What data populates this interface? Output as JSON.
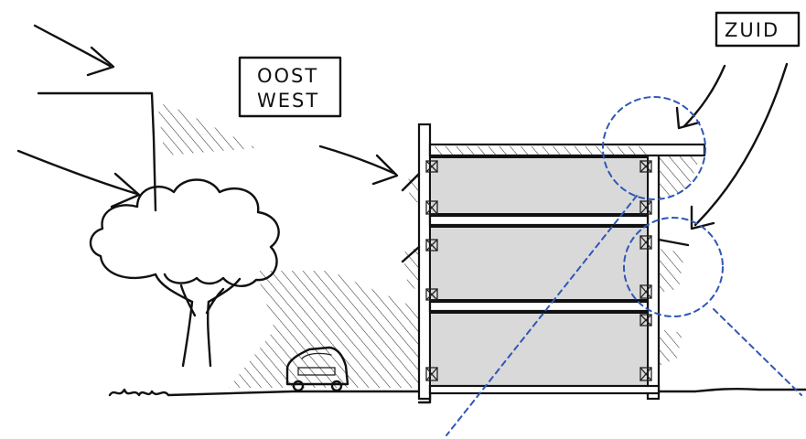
{
  "labels": {
    "orientation_east_west_line1": "OOST",
    "orientation_east_west_line2": "WEST",
    "orientation_south": "ZUID"
  },
  "colors": {
    "ink": "#111111",
    "room_fill": "#d9d9d9",
    "detail_circle": "#2f56b8",
    "background": "#ffffff"
  }
}
